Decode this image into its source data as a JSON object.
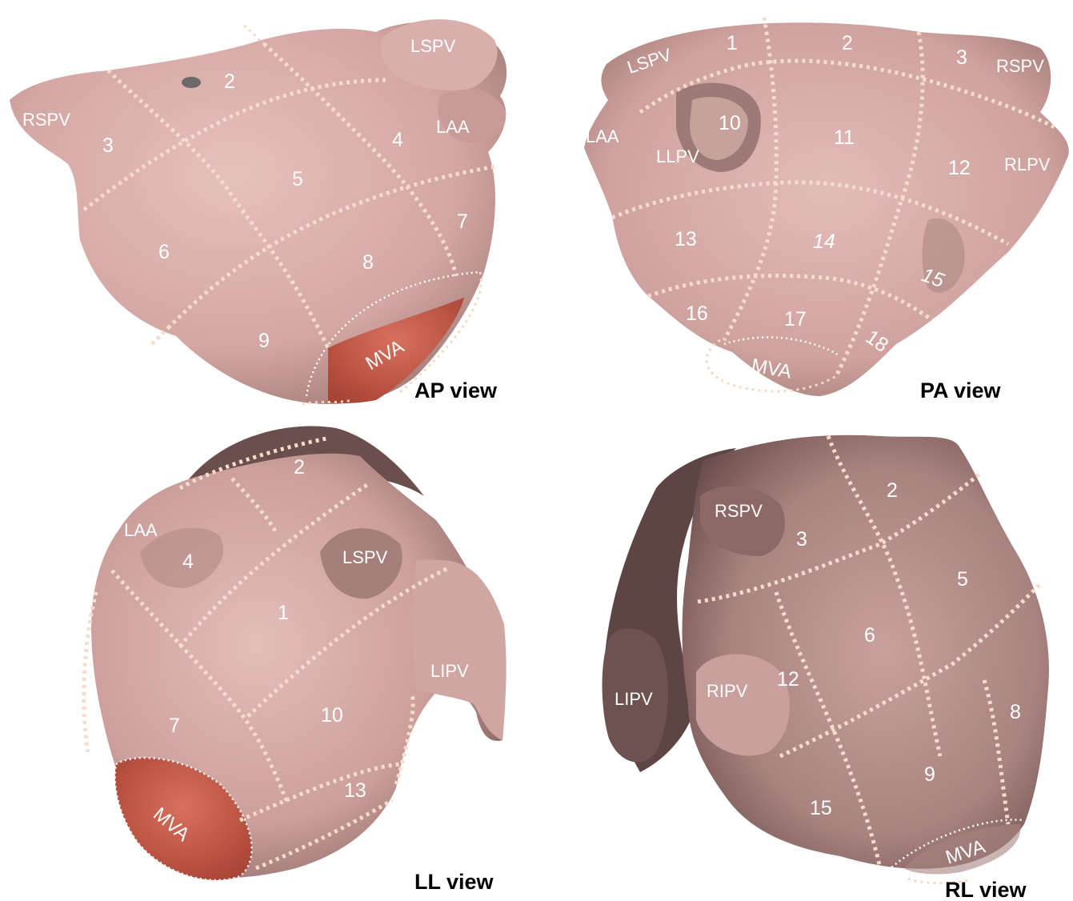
{
  "panels": [
    {
      "id": "ap",
      "view_label": "AP view",
      "regions": [
        "2",
        "3",
        "4",
        "5",
        "6",
        "7",
        "8",
        "9"
      ],
      "structures": [
        "RSPV",
        "LSPV",
        "LAA"
      ],
      "mva_label": "MVA"
    },
    {
      "id": "pa",
      "view_label": "PA view",
      "regions": [
        "1",
        "2",
        "3",
        "10",
        "11",
        "12",
        "13",
        "14",
        "15",
        "16",
        "17",
        "18"
      ],
      "structures": [
        "LSPV",
        "RSPV",
        "LAA",
        "LLPV",
        "RLPV"
      ],
      "mva_label": "MVA"
    },
    {
      "id": "ll",
      "view_label": "LL view",
      "regions": [
        "2",
        "4",
        "1",
        "7",
        "10",
        "13"
      ],
      "structures": [
        "LAA",
        "LSPV",
        "LIPV"
      ],
      "mva_label": "MVA"
    },
    {
      "id": "rl",
      "view_label": "RL view",
      "regions": [
        "2",
        "3",
        "5",
        "6",
        "12",
        "8",
        "9",
        "15"
      ],
      "structures": [
        "RSPV",
        "LIPV",
        "RIPV"
      ],
      "mva_label": "MVA"
    }
  ],
  "colors": {
    "tissue": "#cc9f9c",
    "tissue_light": "#ddb3b0",
    "tissue_dark": "#8f6b68",
    "mva_fill": "#c45a48",
    "grid_line": "#f5dccb"
  }
}
